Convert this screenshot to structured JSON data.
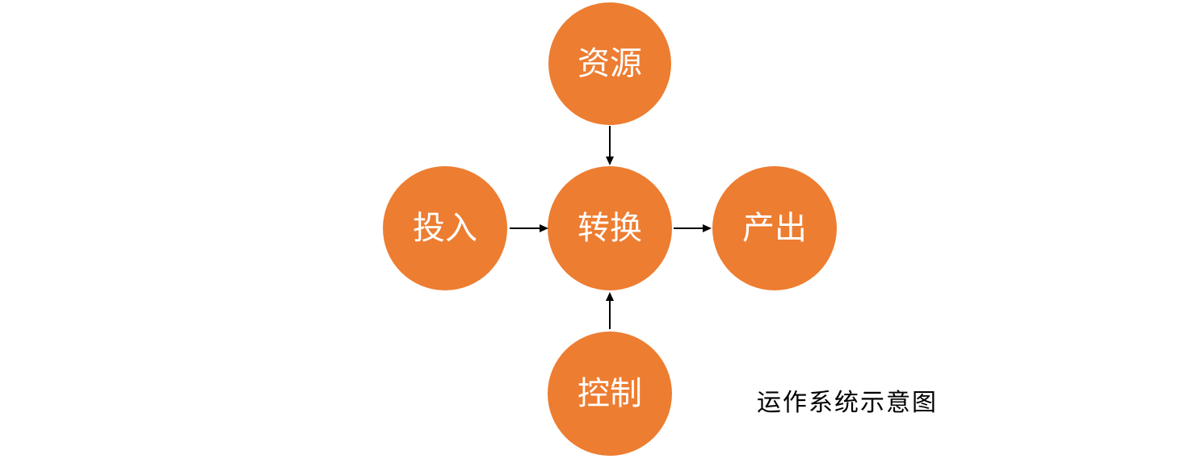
{
  "diagram": {
    "nodes": {
      "resource": "资源",
      "input": "投入",
      "transform": "转换",
      "output": "产出",
      "control": "控制"
    },
    "caption": "运作系统示意图",
    "colors": {
      "node_fill": "#ED7D31",
      "node_text": "#FFFFFF",
      "arrow": "#000000"
    }
  }
}
